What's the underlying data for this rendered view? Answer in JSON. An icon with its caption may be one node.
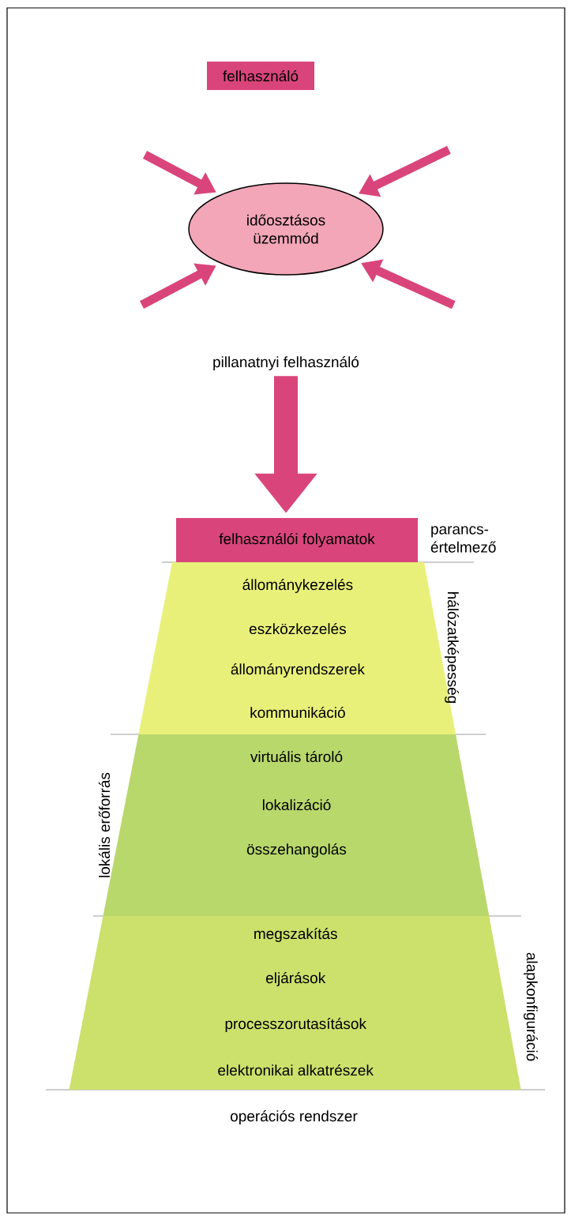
{
  "diagram": {
    "nodes": [
      {
        "text": [
          "felhasználó"
        ]
      },
      {
        "text": [
          "időosztásos üzemmód"
        ]
      },
      {
        "text": [
          "pillanatnyi felhasználó"
        ]
      },
      {
        "text": [
          "felhasználói folyamatok"
        ],
        "beside": [
          "parancs- értelmező"
        ]
      },
      {
        "text": [
          "állománykezelés",
          "eszközkezelés",
          "állományrendszerek",
          "kommunikáció"
        ],
        "beside": [
          "hálózatképesség"
        ]
      },
      {
        "text": [
          "virtuális tároló",
          "lokalizáció",
          "összehangolás"
        ],
        "beside": [
          "lokális erőforrás"
        ]
      },
      {
        "text": [
          "megszakítás",
          "eljárások",
          "processzorutasítások",
          "elektronikai alkatrészek"
        ],
        "beside": [
          "alapkonfiguráció"
        ]
      }
    ],
    "edges": [
      {
        "from": null,
        "to": 1,
        "arrow": "to"
      },
      {
        "from": null,
        "to": 1,
        "arrow": "to"
      },
      {
        "from": null,
        "to": 1,
        "arrow": "to"
      },
      {
        "from": null,
        "to": 1,
        "arrow": "to"
      },
      {
        "from": 2,
        "to": 3,
        "arrow": "to",
        "style": "thick"
      }
    ],
    "labels": [
      "operációs rendszer"
    ]
  }
}
